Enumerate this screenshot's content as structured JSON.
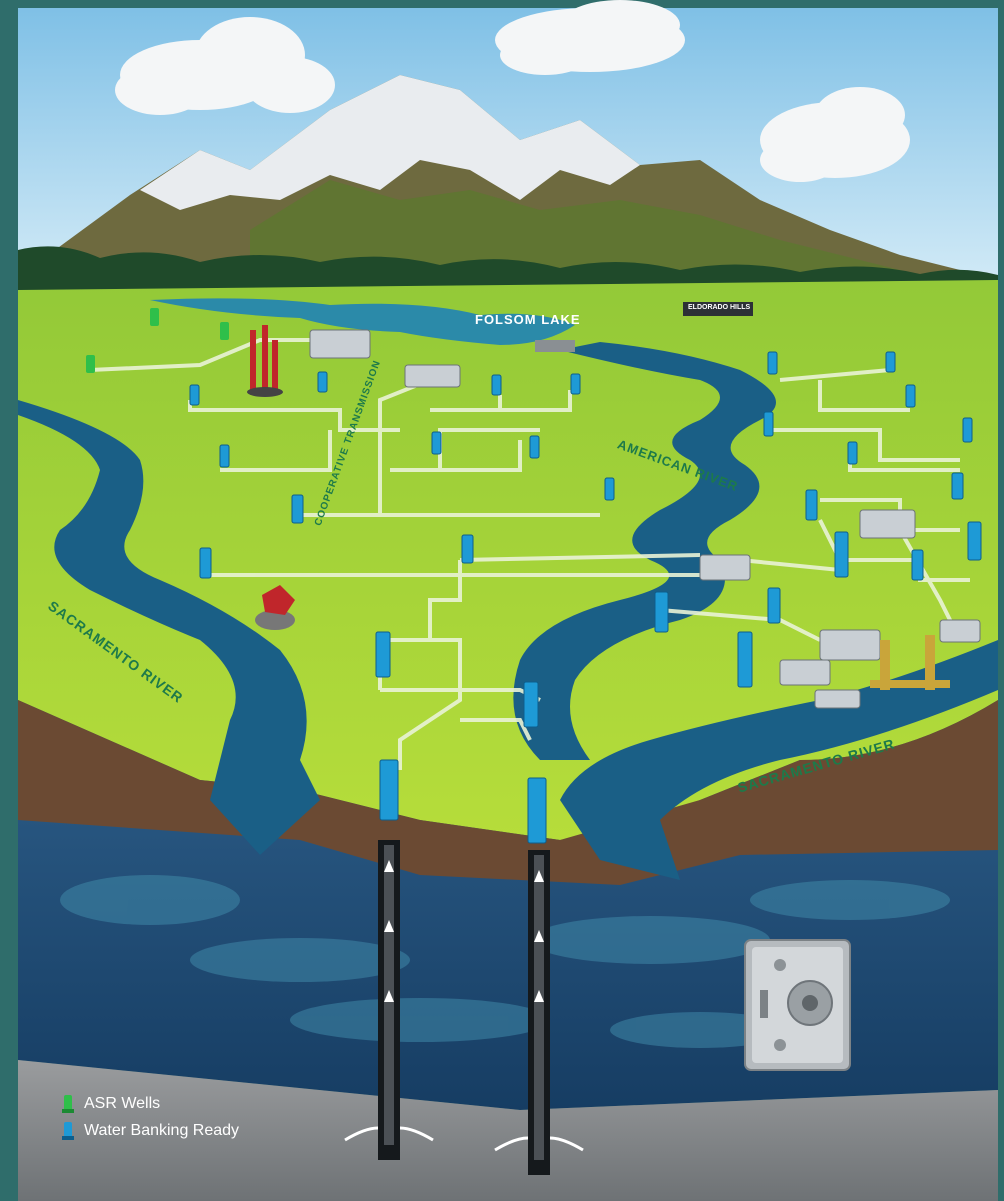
{
  "labels": {
    "folsom_lake": "FOLSOM LAKE",
    "eldorado_hills": "ELDORADO HILLS",
    "american_river": "AMERICAN RIVER",
    "sacramento_river_left": "SACRAMENTO RIVER",
    "sacramento_river_right": "SACRAMENTO RIVER",
    "cooperative_transmission": "COOPERATIVE TRANSMISSION"
  },
  "legend": [
    {
      "label": "ASR Wells",
      "icon": "asr-well-icon",
      "color": "#2fbf4a"
    },
    {
      "label": "Water Banking Ready",
      "icon": "water-bank-well-icon",
      "color": "#1e9ad6"
    }
  ],
  "colors": {
    "sky": "#9fd0ec",
    "grass": "#a6d63a",
    "river": "#1a5f86",
    "soil": "#6b4a33",
    "aquifer": "#1c4c7c",
    "rock": "#8a8d90"
  }
}
